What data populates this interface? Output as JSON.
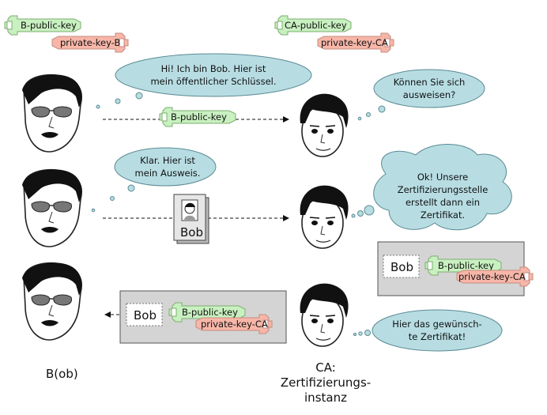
{
  "keys": {
    "b_public": "B-public-key",
    "b_private": "private-key-B",
    "ca_public": "CA-public-key",
    "ca_private": "private-key-CA"
  },
  "bubbles": {
    "bob_intro": [
      "Hi!  Ich bin Bob.  Hier ist",
      "mein öffentlicher  Schlüssel."
    ],
    "ca_question": [
      "Können  Sie sich",
      "ausweisen?"
    ],
    "bob_id": [
      "Klar.  Hier ist",
      "mein Ausweis."
    ],
    "ca_reply": [
      "Ok!  Unsere",
      "Zertifizierungsstelle",
      "erstellt dann ein",
      "Zertifikat."
    ],
    "ca_final": [
      "Hier das gewünsch-",
      "te Zertifikat!"
    ]
  },
  "id_card_label": "Bob",
  "cert_label": "Bob",
  "labels": {
    "bob": "B(ob)",
    "ca": [
      "CA:",
      "Zertifizierungs-",
      "instanz"
    ]
  },
  "colors": {
    "bubble": "#b7dde3",
    "public_key": "#c8f0c0",
    "private_key": "#f7b6a8",
    "cert_box": "#d4d4d4"
  }
}
